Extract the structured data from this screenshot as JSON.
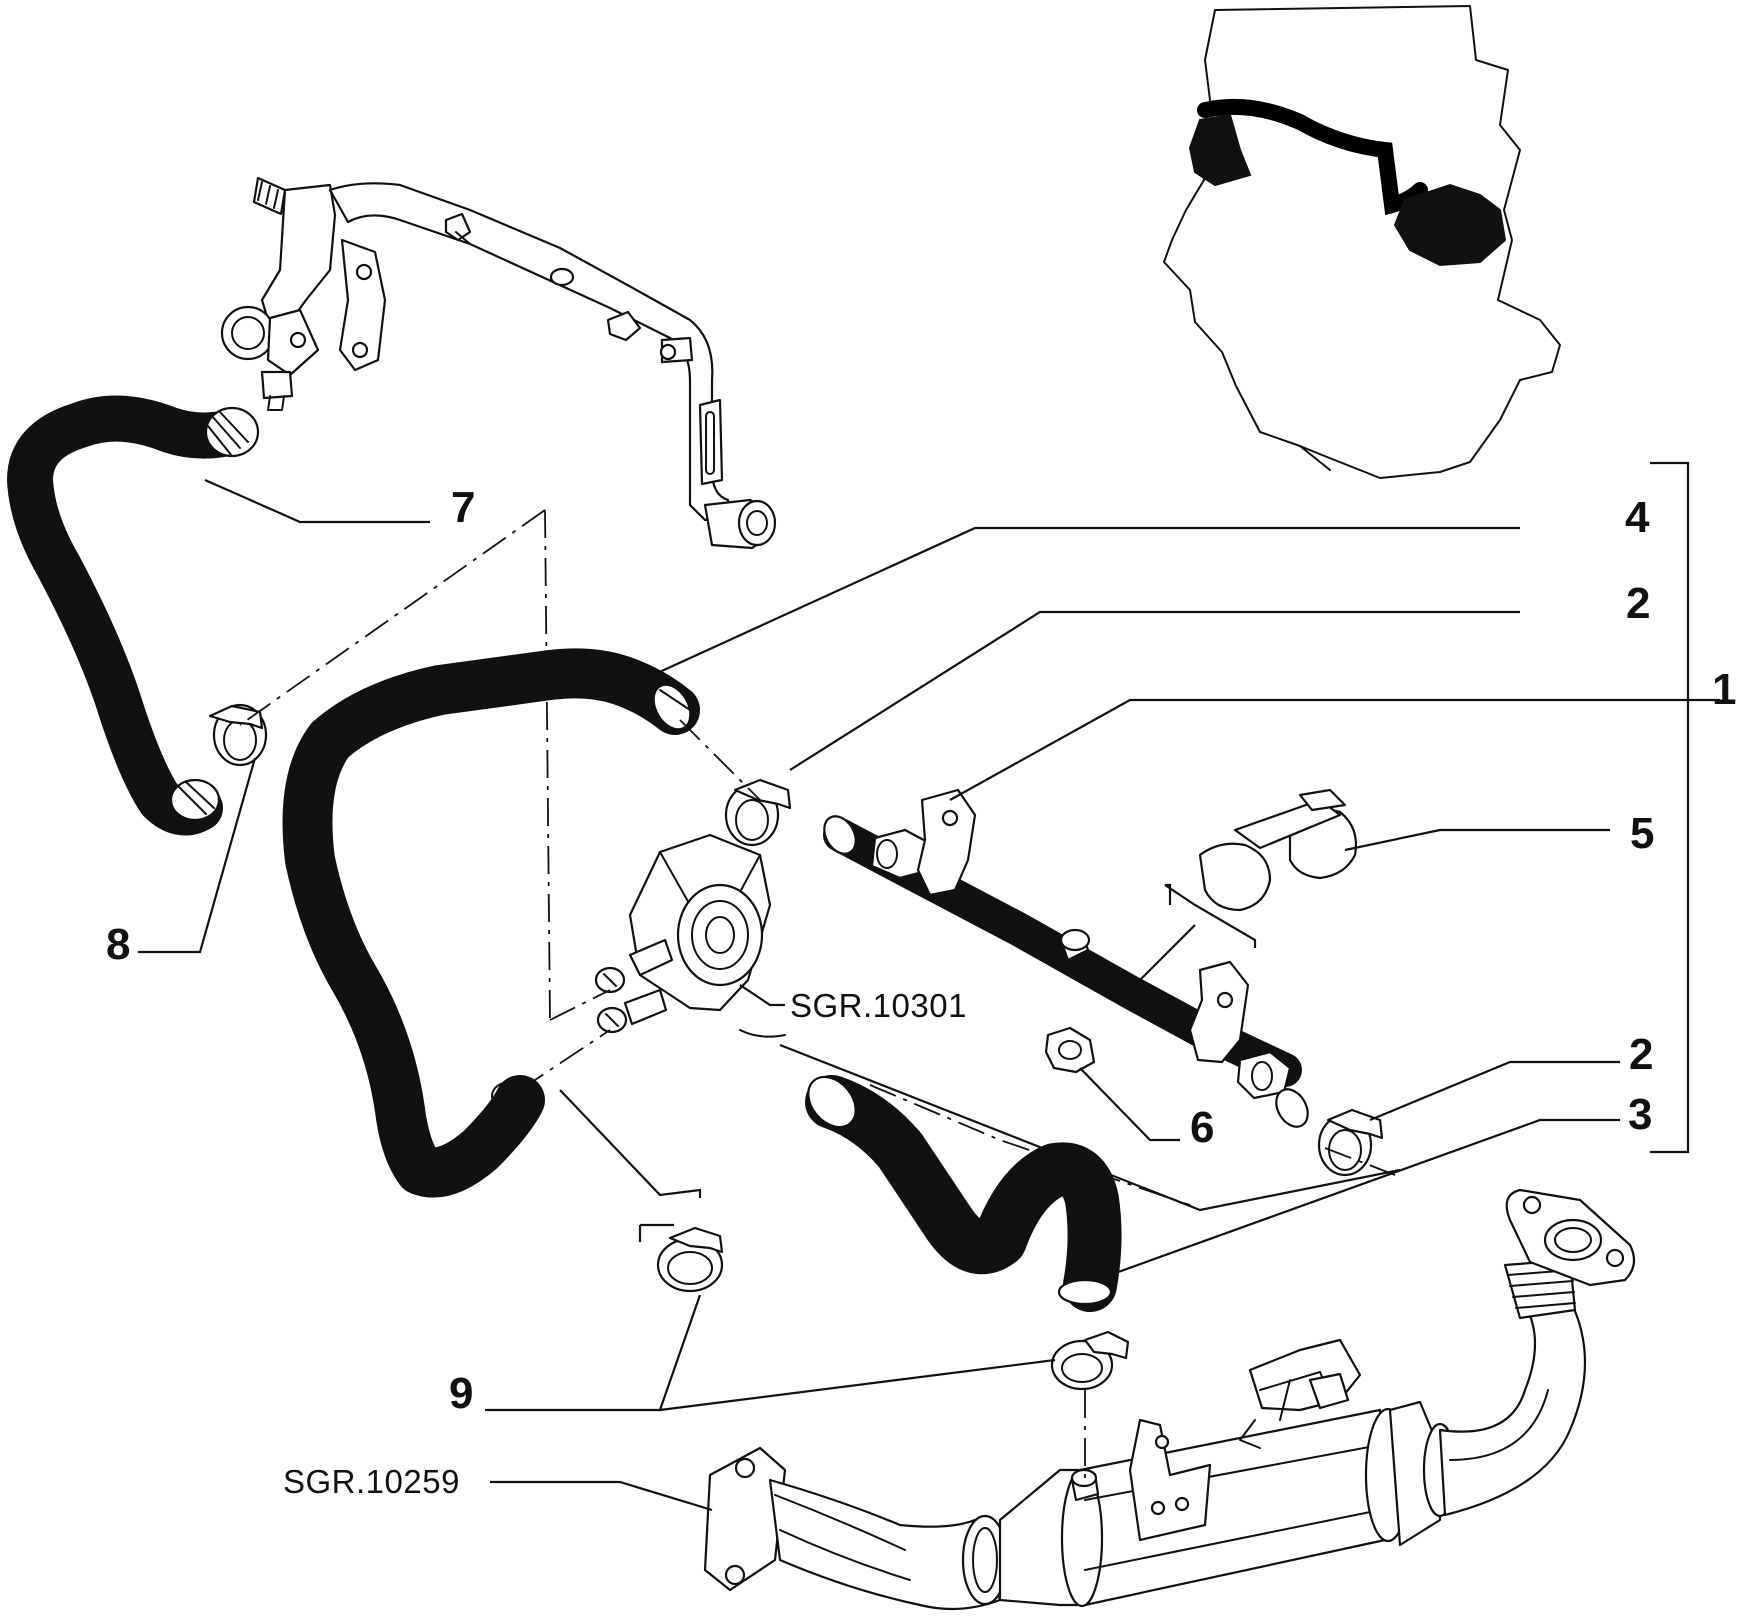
{
  "callouts": {
    "c1": "1",
    "c2a": "2",
    "c2b": "2",
    "c3": "3",
    "c4": "4",
    "c5": "5",
    "c6": "6",
    "c7": "7",
    "c8": "8",
    "c9": "9"
  },
  "references": {
    "oil_cooler": "SGR.10301",
    "exhaust_pipe": "SGR.10259"
  },
  "colors": {
    "line": "#111111",
    "background": "#ffffff",
    "highlight": "#000000"
  }
}
